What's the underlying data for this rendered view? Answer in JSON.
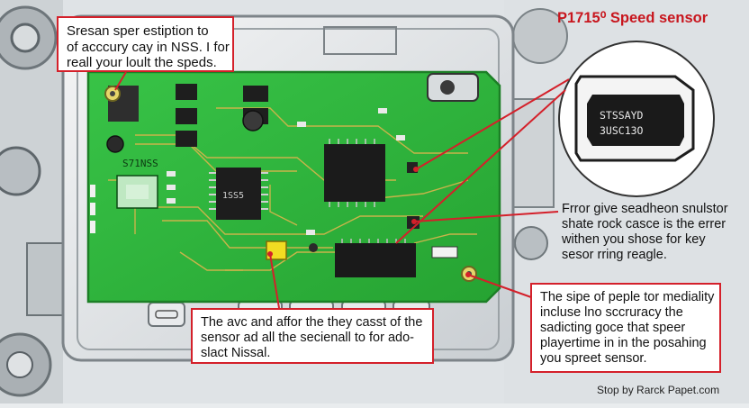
{
  "image": {
    "heading": "P1715⁰ Speed sensor",
    "callout_top": [
      "Sresan sper estiption to",
      "of acccury cay in NSS. I for",
      "reall your loult the speds."
    ],
    "callout_right": [
      "Frror give seadheon snulstor",
      "shate rock casce is the errer",
      "withen you shose for key",
      "sesor rring reagle."
    ],
    "callout_middle": [
      "The avc and affor the they casst of the",
      "sensor ad all the secienall to for ado-",
      "slact Nissal."
    ],
    "callout_bottom_right": [
      "The sipe of peple tor mediality",
      "incluse lno sccruracy the",
      "sadicting goce that speer",
      "playertime in in the posahing",
      "you spreet sensor."
    ],
    "board_label": "S71NSS",
    "chip_label": "1SS5",
    "sensor_connector_label": [
      "STSSAYD",
      "3USC13O"
    ],
    "footer": "Stop by Rarck Papet.com",
    "colors": {
      "pcb": "#2fb53c",
      "trace": "#c9b44a",
      "callout_border": "#d4202a",
      "heading": "#c8161e"
    }
  }
}
